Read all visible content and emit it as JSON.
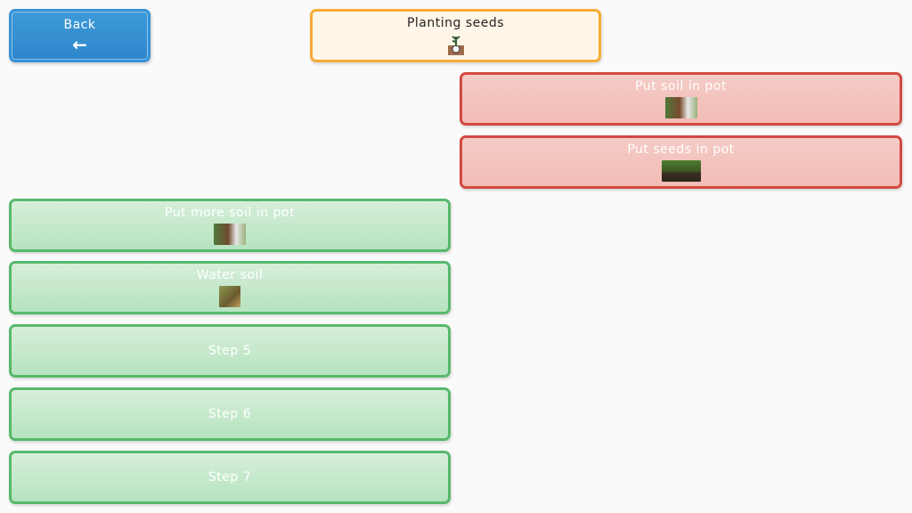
{
  "back": {
    "label": "Back",
    "icon": "arrow-left-icon"
  },
  "title": {
    "label": "Planting seeds",
    "icon": "planting-seed-icon"
  },
  "steps": [
    {
      "label": "Put soil in pot",
      "status": "incomplete",
      "color": "#d24a42"
    },
    {
      "label": "Put seeds in pot",
      "status": "incomplete",
      "color": "#d24a42"
    },
    {
      "label": "Put more soil in pot",
      "status": "complete",
      "color": "#58b86c"
    },
    {
      "label": "Water soil",
      "status": "complete",
      "color": "#58b86c"
    },
    {
      "label": "Step 5",
      "status": "complete",
      "color": "#58b86c"
    },
    {
      "label": "Step 6",
      "status": "complete",
      "color": "#58b86c"
    },
    {
      "label": "Step 7",
      "status": "complete",
      "color": "#58b86c"
    }
  ]
}
